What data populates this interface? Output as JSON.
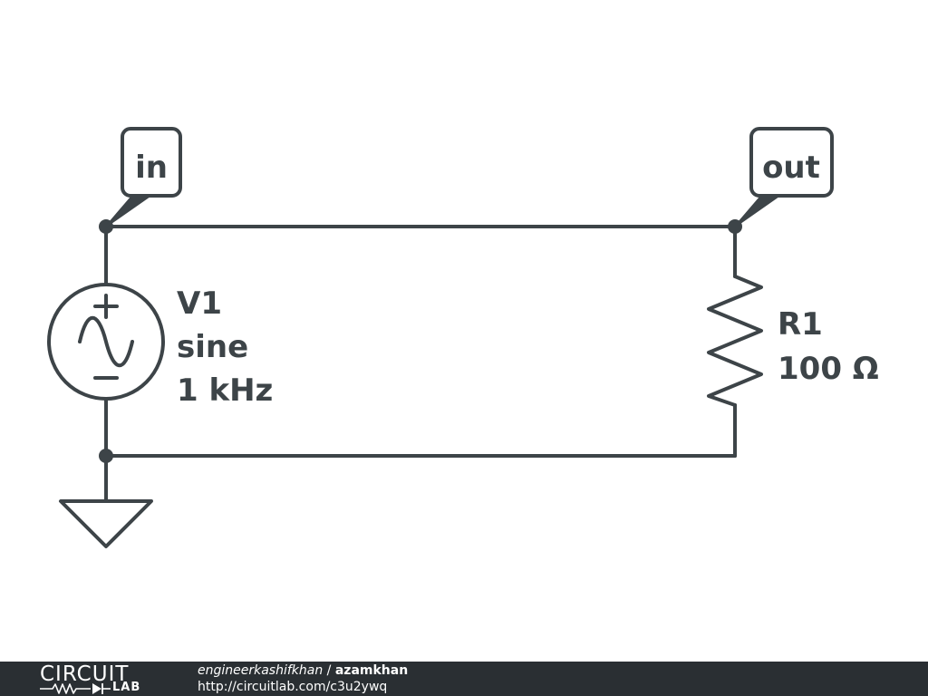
{
  "colors": {
    "wire": "#3d4448",
    "footer_bg": "#2a2f33",
    "footer_text": "#ffffff"
  },
  "labels": {
    "net_in": "in",
    "net_out": "out",
    "source_name": "V1",
    "source_type": "sine",
    "source_freq": "1 kHz",
    "resistor_name": "R1",
    "resistor_value": "100 Ω"
  },
  "footer": {
    "logo_top": "CIRCUIT",
    "logo_bottom": "LAB",
    "author": "engineerkashifkhan",
    "separator": " / ",
    "owner": "azamkhan",
    "url": "http://circuitlab.com/c3u2ywq"
  }
}
